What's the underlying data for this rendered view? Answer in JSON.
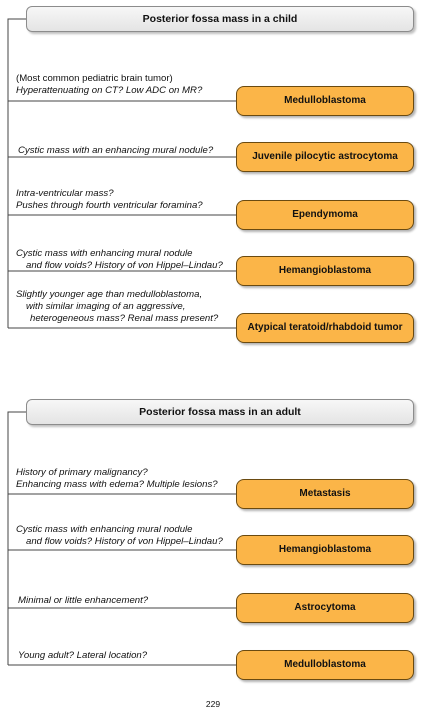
{
  "child": {
    "title": "Posterior fossa mass in a child",
    "rows": [
      {
        "lines": [
          "(Most common pediatric brain tumor)",
          "Hyperattenuating on CT? Low ADC on MR?"
        ],
        "dx": "Medulloblastoma"
      },
      {
        "lines": [
          "Cystic mass with an enhancing mural nodule?"
        ],
        "dx": "Juvenile pilocytic astrocytoma"
      },
      {
        "lines": [
          "Intra-ventricular mass?",
          "Pushes through fourth ventricular foramina?"
        ],
        "dx": "Ependymoma"
      },
      {
        "lines": [
          "Cystic mass with enhancing mural nodule",
          "and flow voids? History of von Hippel–Lindau?"
        ],
        "dx": "Hemangioblastoma"
      },
      {
        "lines": [
          "Slightly younger age than medulloblastoma,",
          "with similar imaging of an aggressive,",
          "heterogeneous mass? Renal mass present?"
        ],
        "dx": "Atypical teratoid/rhabdoid tumor"
      }
    ]
  },
  "adult": {
    "title": "Posterior fossa mass in an adult",
    "rows": [
      {
        "lines": [
          "History of primary malignancy?",
          "Enhancing mass with edema? Multiple lesions?"
        ],
        "dx": "Metastasis"
      },
      {
        "lines": [
          "Cystic mass with enhancing mural nodule",
          "and flow voids? History of von Hippel–Lindau?"
        ],
        "dx": "Hemangioblastoma"
      },
      {
        "lines": [
          "Minimal or little enhancement?"
        ],
        "dx": "Astrocytoma"
      },
      {
        "lines": [
          "Young adult? Lateral location?"
        ],
        "dx": "Medulloblastoma"
      }
    ]
  },
  "page_number": "229"
}
